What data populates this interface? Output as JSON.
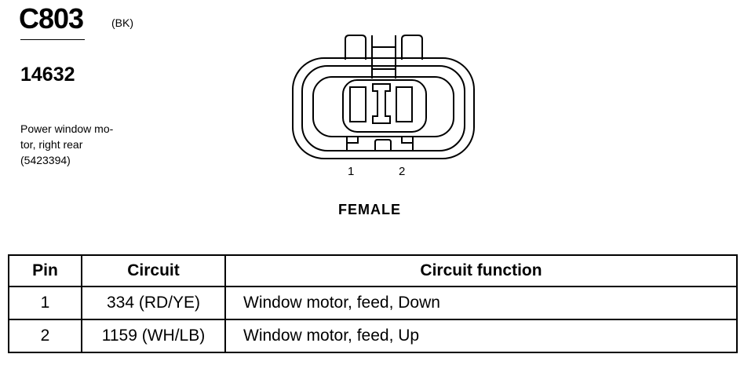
{
  "header": {
    "connector_id": "C803",
    "color_code": "(BK)",
    "part_number": "14632",
    "description_lines": [
      "Power window mo-",
      "tor, right rear",
      "(5423394)"
    ]
  },
  "diagram": {
    "pin_labels": [
      "1",
      "2"
    ],
    "gender": "FEMALE"
  },
  "table": {
    "headers": [
      "Pin",
      "Circuit",
      "Circuit function"
    ],
    "rows": [
      {
        "pin": "1",
        "circuit": "334 (RD/YE)",
        "function": "Window motor, feed, Down"
      },
      {
        "pin": "2",
        "circuit": "1159 (WH/LB)",
        "function": "Window motor, feed, Up"
      }
    ]
  }
}
